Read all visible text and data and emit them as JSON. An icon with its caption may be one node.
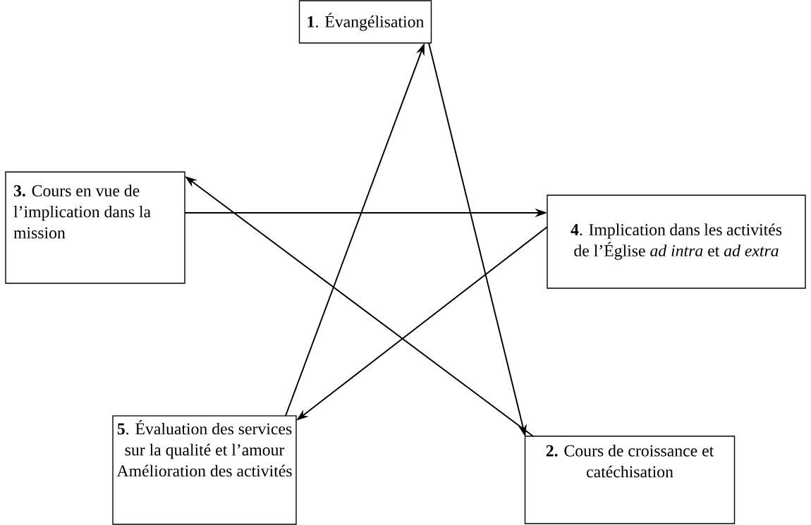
{
  "diagram": {
    "nodes": [
      {
        "text": [
          "**1**. Évangélisation"
        ]
      },
      {
        "text": [
          "**3.** Cours en vue de l’implication dans la mission"
        ]
      },
      {
        "text": [
          "**4**. Implication dans les activités de l’Église *ad intra* et *ad extra*"
        ]
      },
      {
        "text": [
          "**5**. Évaluation des services sur la qualité et l’amour Amélioration des activités"
        ]
      },
      {
        "text": [
          "**2.** Cours de croissance et catéchisation"
        ]
      }
    ],
    "edges": [
      {
        "from": 0,
        "to": 4,
        "arrow": "to"
      },
      {
        "from": 4,
        "to": 1,
        "arrow": "to"
      },
      {
        "from": 1,
        "to": 2,
        "arrow": "to"
      },
      {
        "from": 2,
        "to": 3,
        "arrow": "to"
      },
      {
        "from": 3,
        "to": 0,
        "arrow": "to"
      }
    ]
  }
}
